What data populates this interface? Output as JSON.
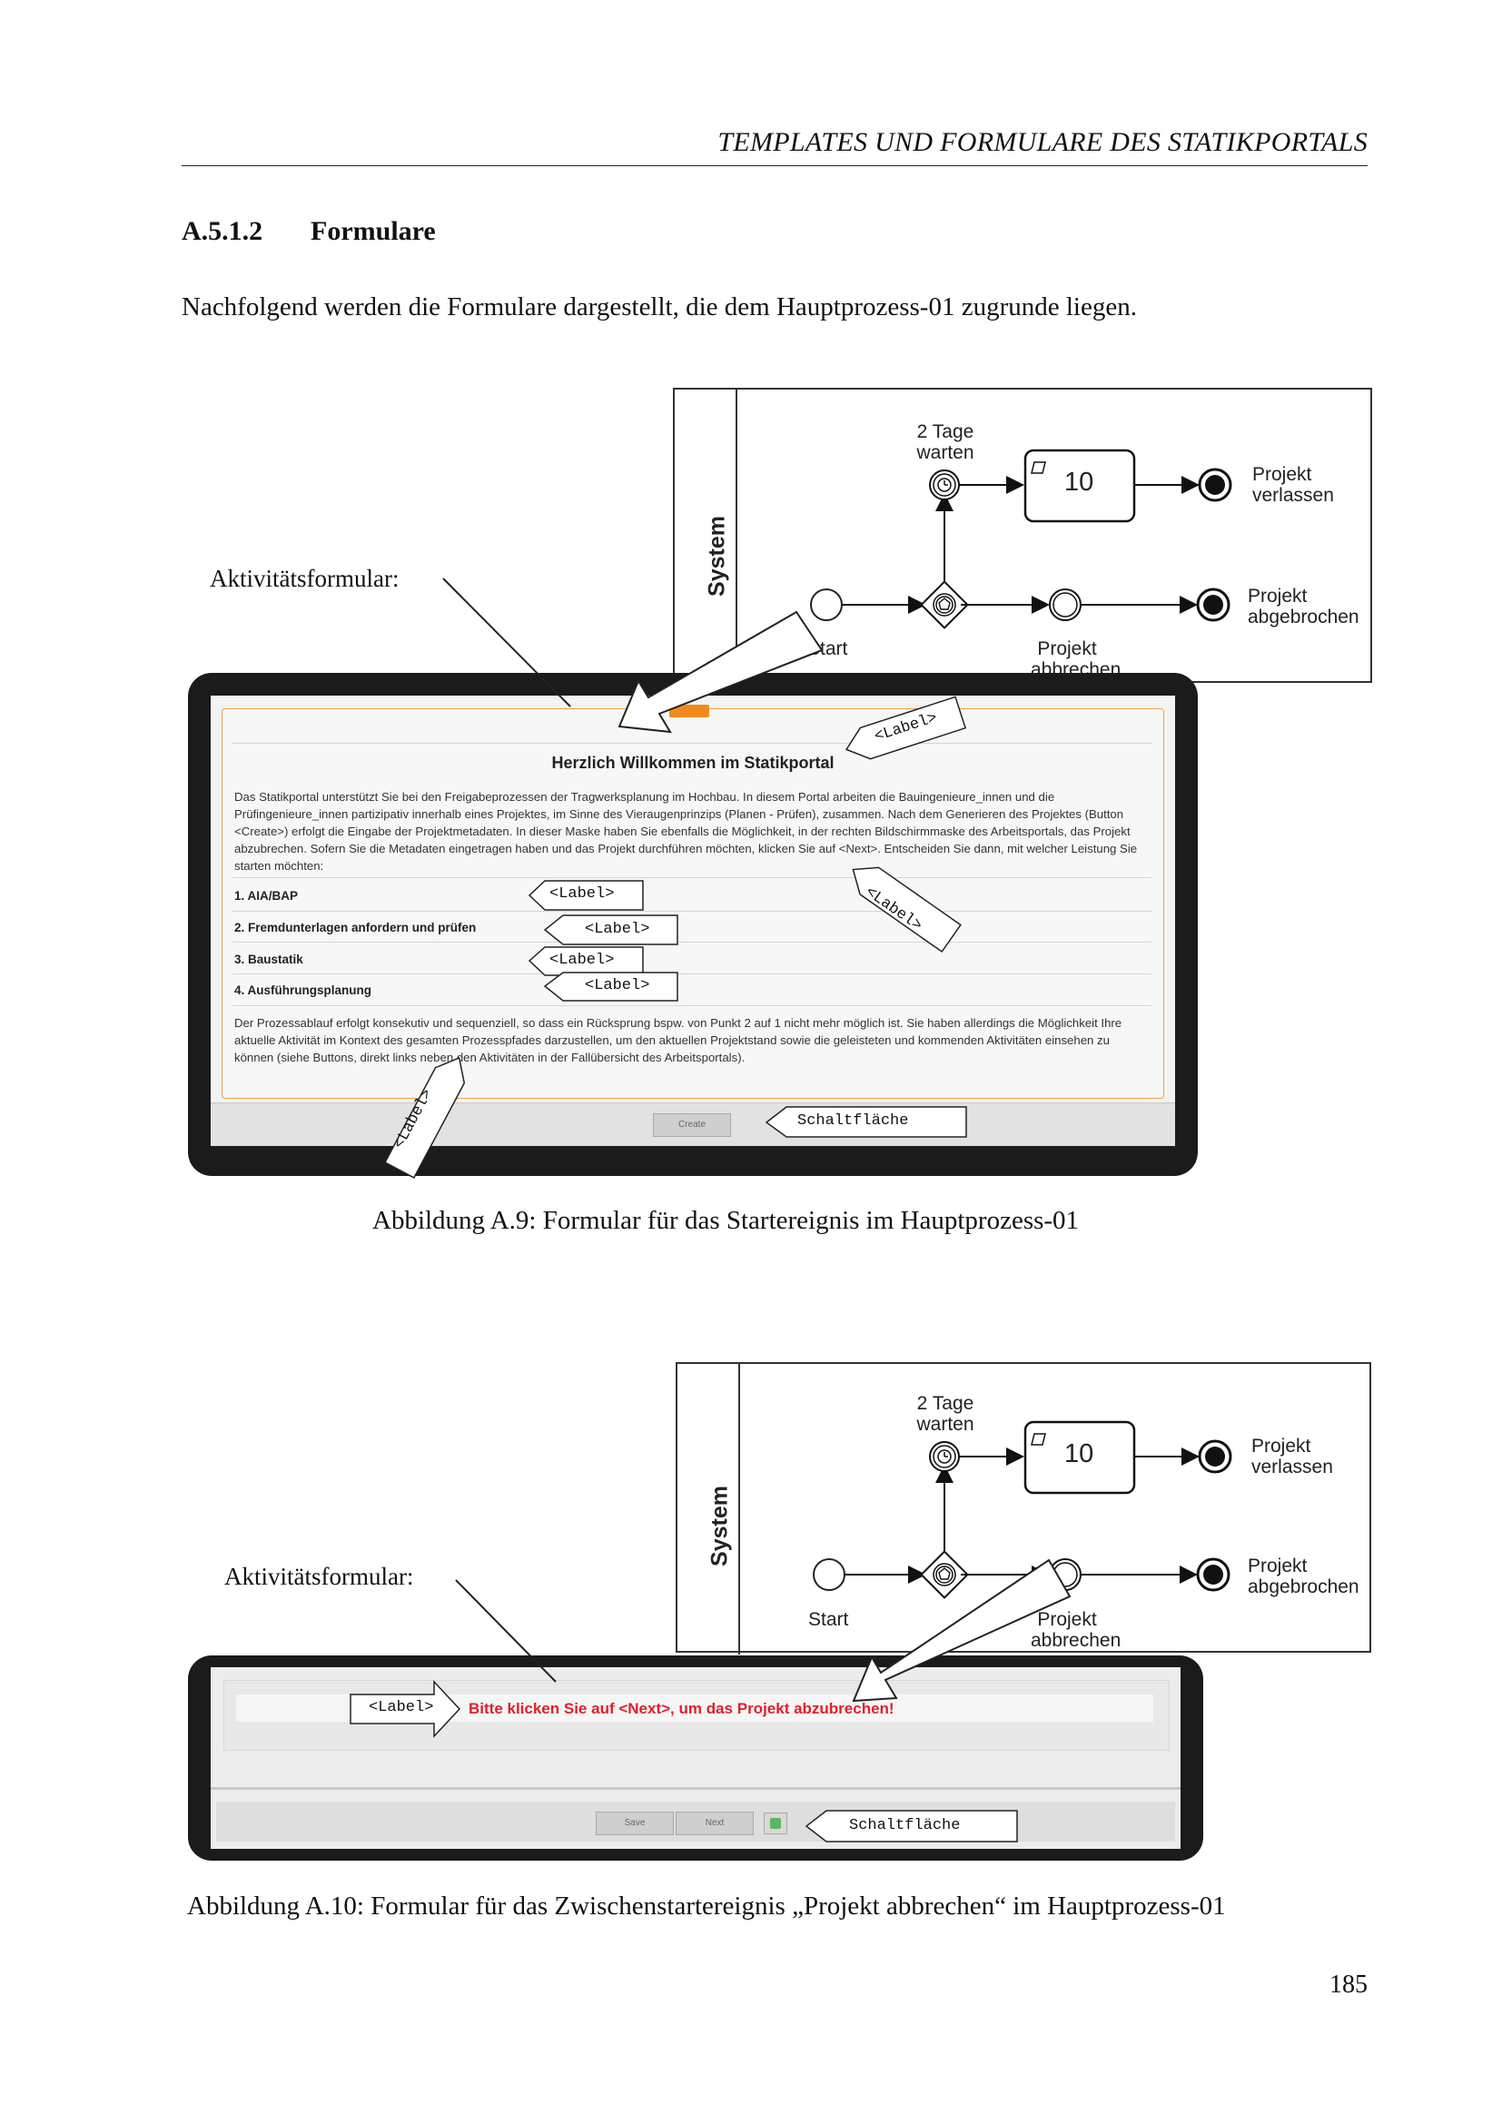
{
  "running_header": "TEMPLATES UND FORMULARE DES STATIKPORTALS",
  "section": {
    "number": "A.5.1.2",
    "title": "Formulare"
  },
  "intro": "Nachfolgend werden die Formulare dargestellt, die dem Hauptprozess-01 zugrunde liegen.",
  "figure1": {
    "annotation": "Aktivitätsformular:",
    "bpmn": {
      "lane": "System",
      "timer_label": "2 Tage\nwarten",
      "task_value": "10",
      "end_leave": "Projekt\nverlassen",
      "end_abort": "Projekt\nabgebrochen",
      "start": "Start",
      "intermediate": "Projekt\nabbrechen"
    },
    "form": {
      "title": "Herzlich Willkommen im Statikportal",
      "paragraph1": "Das Statikportal unterstützt Sie bei den Freigabeprozessen der Tragwerksplanung im Hochbau. In diesem Portal arbeiten die Bauingenieure_innen und die Prüfingenieure_innen partizipativ innerhalb eines Projektes, im Sinne des Vieraugenprinzips (Planen - Prüfen), zusammen. Nach dem Generieren des Projektes (Button <Create>) erfolgt die Eingabe der Projektmetadaten. In dieser Maske haben Sie ebenfalls die Möglichkeit, in der rechten Bildschirmmaske des Arbeitsportals, das Projekt abzubrechen. Sofern Sie die Metadaten eingetragen haben und das Projekt durchführen möchten, klicken Sie auf <Next>. Entscheiden Sie dann, mit welcher Leistung Sie starten möchten:",
      "items": [
        "1. AIA/BAP",
        "2. Fremdunterlagen anfordern und prüfen",
        "3. Baustatik",
        "4. Ausführungsplanung"
      ],
      "paragraph2": "Der Prozessablauf erfolgt konsekutiv und sequenziell, so dass ein Rücksprung bspw. von Punkt 2 auf 1 nicht mehr möglich ist. Sie haben allerdings die Möglichkeit Ihre aktuelle Aktivität im Kontext des gesamten Prozesspfades darzustellen, um den aktuellen Projektstand sowie die geleisteten und kommenden Aktivitäten einsehen zu können (siehe Buttons, direkt links neben den Aktivitäten in der Fallübersicht des Arbeitsportals).",
      "create_button": "Create"
    },
    "labels": {
      "label": "<Label>",
      "button": "Schaltfläche"
    },
    "caption": "Abbildung A.9: Formular für das Startereignis im Hauptprozess-01"
  },
  "figure2": {
    "annotation": "Aktivitätsformular:",
    "form": {
      "message": "Bitte klicken Sie auf <Next>, um das Projekt abzubrechen!",
      "save_button": "Save",
      "next_button": "Next"
    },
    "labels": {
      "label": "<Label>",
      "button": "Schaltfläche"
    },
    "caption": "Abbildung A.10: Formular für das Zwischenstartereignis „Projekt abbrechen“ im Hauptprozess-01"
  },
  "page_number": "185",
  "colors": {
    "accent_orange": "#f08a1c",
    "message_red": "#e0202a",
    "frame": "#1b1b1b",
    "add_button_green": "#5cb85c"
  }
}
